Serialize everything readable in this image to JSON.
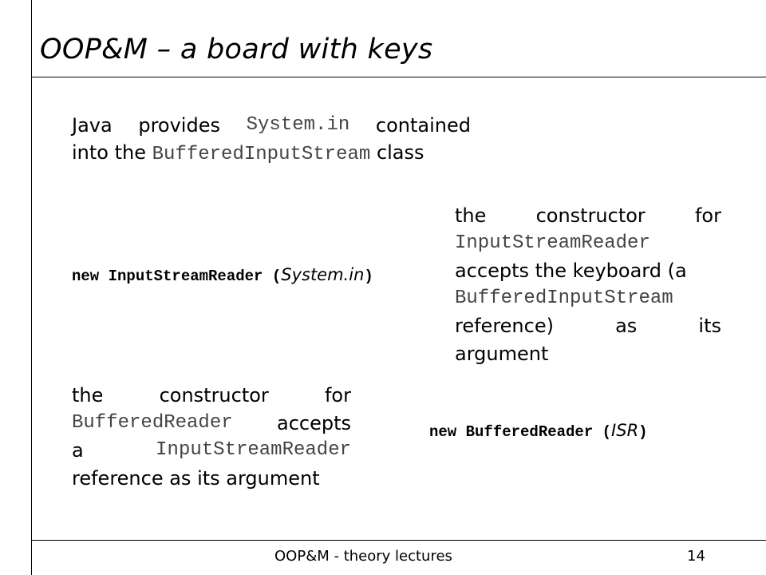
{
  "slide": {
    "title": "OOP&M – a board with keys",
    "intro": {
      "w1": "Java",
      "w2": "provides",
      "code_system_in": "System.in",
      "w3": "contained",
      "w4": "into the",
      "code_bis": "BufferedInputStream",
      "w5": "class"
    },
    "code1": {
      "keyword": "new InputStreamReader (",
      "arg": "System.in",
      "close": ")"
    },
    "right_desc": {
      "l1a": "the",
      "l1b": "constructor",
      "l1c": "for",
      "l2": "InputStreamReader",
      "l3": "accepts the keyboard (a",
      "l4": "BufferedInputStream",
      "l5a": "reference)",
      "l5b": "as",
      "l5c": "its",
      "l6": "argument"
    },
    "left_desc": {
      "l1a": "the",
      "l1b": "constructor",
      "l1c": "for",
      "l2a": "BufferedReader",
      "l2b": "accepts",
      "l3a": "a",
      "l3b": "InputStreamReader",
      "l4": "reference as its argument"
    },
    "code2": {
      "keyword": "new BufferedReader (",
      "arg": "ISR",
      "close": ")"
    }
  },
  "footer": {
    "course": "OOP&M - theory lectures",
    "page_number": "14"
  }
}
